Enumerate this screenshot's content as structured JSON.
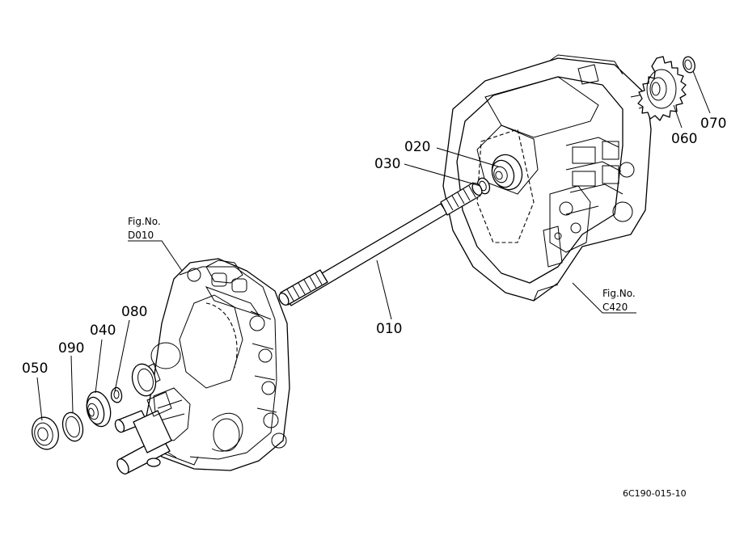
{
  "parts": {
    "p010": "010",
    "p020": "020",
    "p030": "030",
    "p040": "040",
    "p050": "050",
    "p060": "060",
    "p070": "070",
    "p080": "080",
    "p090": "090"
  },
  "figure_refs": {
    "left": {
      "line1": "Fig.No.",
      "line2": "D010"
    },
    "right": {
      "line1": "Fig.No.",
      "line2": "C420"
    }
  },
  "document_id": "6C190-015-10",
  "colors": {
    "ink": "#000000",
    "paper": "#ffffff"
  }
}
